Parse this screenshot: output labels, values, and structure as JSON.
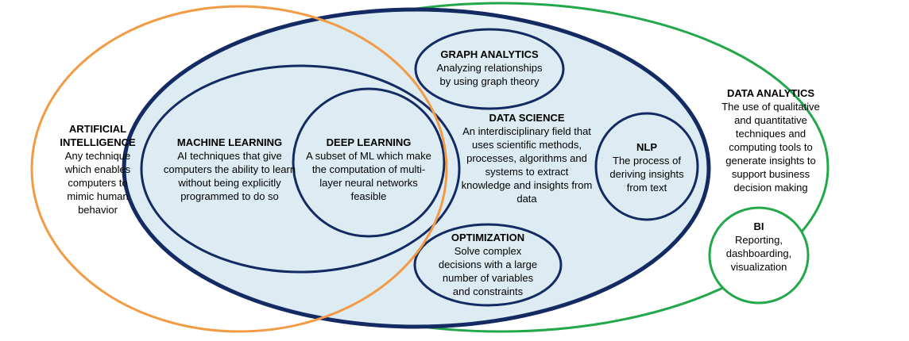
{
  "colors": {
    "ai_outline": "#f39a45",
    "data_analytics_outline": "#22a84a",
    "bi_outline": "#22a84a",
    "data_science_outline": "#132a63",
    "data_science_fill": "#dcecf2",
    "inner_outline": "#132a63"
  },
  "nodes": {
    "artificial_intelligence": {
      "title_line1": "ARTIFICIAL",
      "title_line2": "INTELLIGENCE",
      "desc": "Any technique which enables computers to mimic human behavior"
    },
    "machine_learning": {
      "title": "MACHINE LEARNING",
      "desc": "AI techniques that give computers the ability to learn without being explicitly programmed to do so"
    },
    "deep_learning": {
      "title": "DEEP LEARNING",
      "desc": "A subset of ML which make the computation of multi-layer neural networks feasible"
    },
    "graph_analytics": {
      "title": "GRAPH ANALYTICS",
      "desc": "Analyzing relationships by using graph theory"
    },
    "data_science": {
      "title": "DATA SCIENCE",
      "desc": "An interdisciplinary field that uses scientific methods, processes, algorithms and systems to extract knowledge and insights from data"
    },
    "nlp": {
      "title": "NLP",
      "desc": "The process of deriving insights from text"
    },
    "optimization": {
      "title": "OPTIMIZATION",
      "desc": "Solve complex decisions with a large number of variables and constraints"
    },
    "data_analytics": {
      "title": "DATA ANALYTICS",
      "desc": "The use of qualitative and quantitative techniques and computing tools to generate insights to support business decision making"
    },
    "bi": {
      "title": "BI",
      "desc": "Reporting, dashboarding, visualization"
    }
  }
}
